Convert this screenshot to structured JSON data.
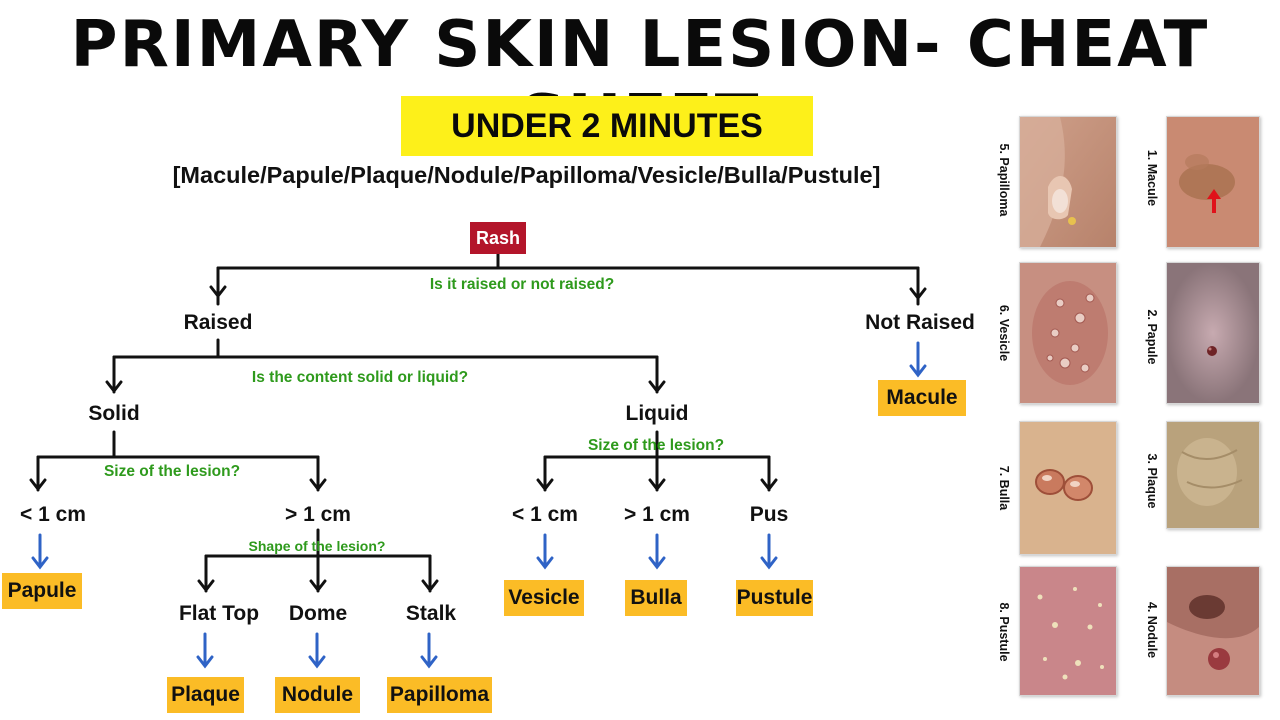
{
  "header": {
    "title": "PRIMARY SKIN LESION- CHEAT SHEET",
    "subtitle": "UNDER 2 MINUTES",
    "lesion_list": "[Macule/Papule/Plaque/Nodule/Papilloma/Vesicle/Bulla/Pustule]"
  },
  "colors": {
    "subtitle_bg": "#fdf01a",
    "root_bg": "#b3152a",
    "result_bg": "#fbbc26",
    "question_text": "#2e9a1c",
    "blue_arrow": "#2f63c6"
  },
  "flowchart": {
    "root": "Rash",
    "q_raised": "Is it raised or not raised?",
    "raised": "Raised",
    "not_raised": "Not Raised",
    "q_content": "Is the content solid or liquid?",
    "solid": "Solid",
    "liquid": "Liquid",
    "q_size_solid": "Size of the lesion?",
    "q_size_liquid": "Size of the lesion?",
    "solid_lt": "< 1 cm",
    "solid_gt": "> 1 cm",
    "q_shape": "Shape of the lesion?",
    "flat_top": "Flat Top",
    "dome": "Dome",
    "stalk": "Stalk",
    "liquid_lt": "< 1 cm",
    "liquid_gt": "> 1 cm",
    "pus": "Pus",
    "results": {
      "macule": "Macule",
      "papule": "Papule",
      "plaque": "Plaque",
      "nodule": "Nodule",
      "papilloma": "Papilloma",
      "vesicle": "Vesicle",
      "bulla": "Bulla",
      "pustule": "Pustule"
    }
  },
  "photos": [
    {
      "caption": "1. Macule",
      "icon": "macule-photo"
    },
    {
      "caption": "2. Papule",
      "icon": "papule-photo"
    },
    {
      "caption": "3. Plaque",
      "icon": "plaque-photo"
    },
    {
      "caption": "4. Nodule",
      "icon": "nodule-photo"
    },
    {
      "caption": "5. Papilloma",
      "icon": "papilloma-photo"
    },
    {
      "caption": "6. Vesicle",
      "icon": "vesicle-photo"
    },
    {
      "caption": "7. Bulla",
      "icon": "bulla-photo"
    },
    {
      "caption": "8. Pustule",
      "icon": "pustule-photo"
    }
  ]
}
